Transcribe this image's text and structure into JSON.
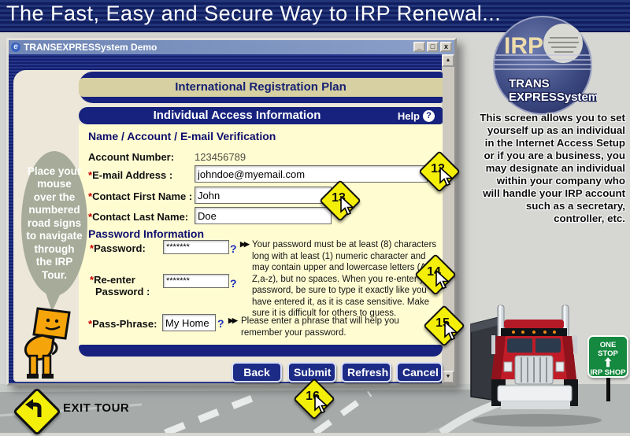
{
  "banner": {
    "title": "The Fast, Easy and Secure Way to IRP Renewal..."
  },
  "window": {
    "title": "TRANSEXPRESSystem Demo",
    "titlebar_icon": "e",
    "controls": {
      "minimize": "_",
      "maximize": "□",
      "close": "x"
    },
    "scrollbar": {
      "up": "▲",
      "down": "▼"
    },
    "plan_header": "International Registration Plan",
    "section_header": "Individual Access Information",
    "help_label": "Help",
    "help_icon": "?",
    "form": {
      "verification_heading": "Name / Account / E-mail Verification",
      "account_label": "Account Number:",
      "account_value": "123456789",
      "asterisk": "*",
      "email_label": "E-mail Address :",
      "email_value": "johndoe@myemail.com",
      "first_name_label": "Contact First Name :",
      "first_name_value": "John",
      "last_name_label": "Contact Last Name:",
      "last_name_value": "Doe",
      "password_heading": "Password Information",
      "password_label": "Password:",
      "password_value": "*******",
      "reenter_label_line1": "Re-enter",
      "reenter_label_line2": "Password :",
      "reenter_value": "*******",
      "passphrase_label": "Pass-Phrase:",
      "passphrase_value": "My Home",
      "question_mark": "?",
      "double_arrow": "▶▶",
      "password_help": "Your password must be at least (8) characters long with at least (1) numeric character and may contain upper and lowercase letters (A-Z,a-z), but no spaces. When you re-enter your password, be sure to type it exactly like you have entered it, as it is case sensitive. Make sure it is difficult for others to guess.",
      "passphrase_help": "Please enter a phrase that will help you remember your password."
    },
    "buttons": {
      "back": "Back",
      "submit": "Submit",
      "refresh": "Refresh",
      "cancel": "Cancel"
    }
  },
  "bubble": {
    "text": "Place your mouse over the numbered road signs to navigate through the IRP Tour."
  },
  "signs": [
    {
      "number": "12"
    },
    {
      "number": "13"
    },
    {
      "number": "14"
    },
    {
      "number": "15"
    },
    {
      "number": "16"
    }
  ],
  "logo": {
    "irp": "IRP",
    "line1": "TRANS",
    "line2": "EXPRESSystem"
  },
  "description": "This screen allows you to set yourself up as an individual in the Internet Access Setup or if you are a business, you may designate an individual within your company who will handle your IRP account such as a secretary, controller, etc.",
  "exit_tour": {
    "label": "EXIT TOUR"
  },
  "irp_shop_sign": {
    "line1": "ONE STOP",
    "line2": "IRP SHOP"
  },
  "colors": {
    "navy": "#16227d",
    "form_yellow": "#fffcd2",
    "tan_strip": "#d7d0a2",
    "sign_yellow": "#f4ef08",
    "titlebar_blue": "#7e95c1",
    "green_sign": "#15893f"
  }
}
